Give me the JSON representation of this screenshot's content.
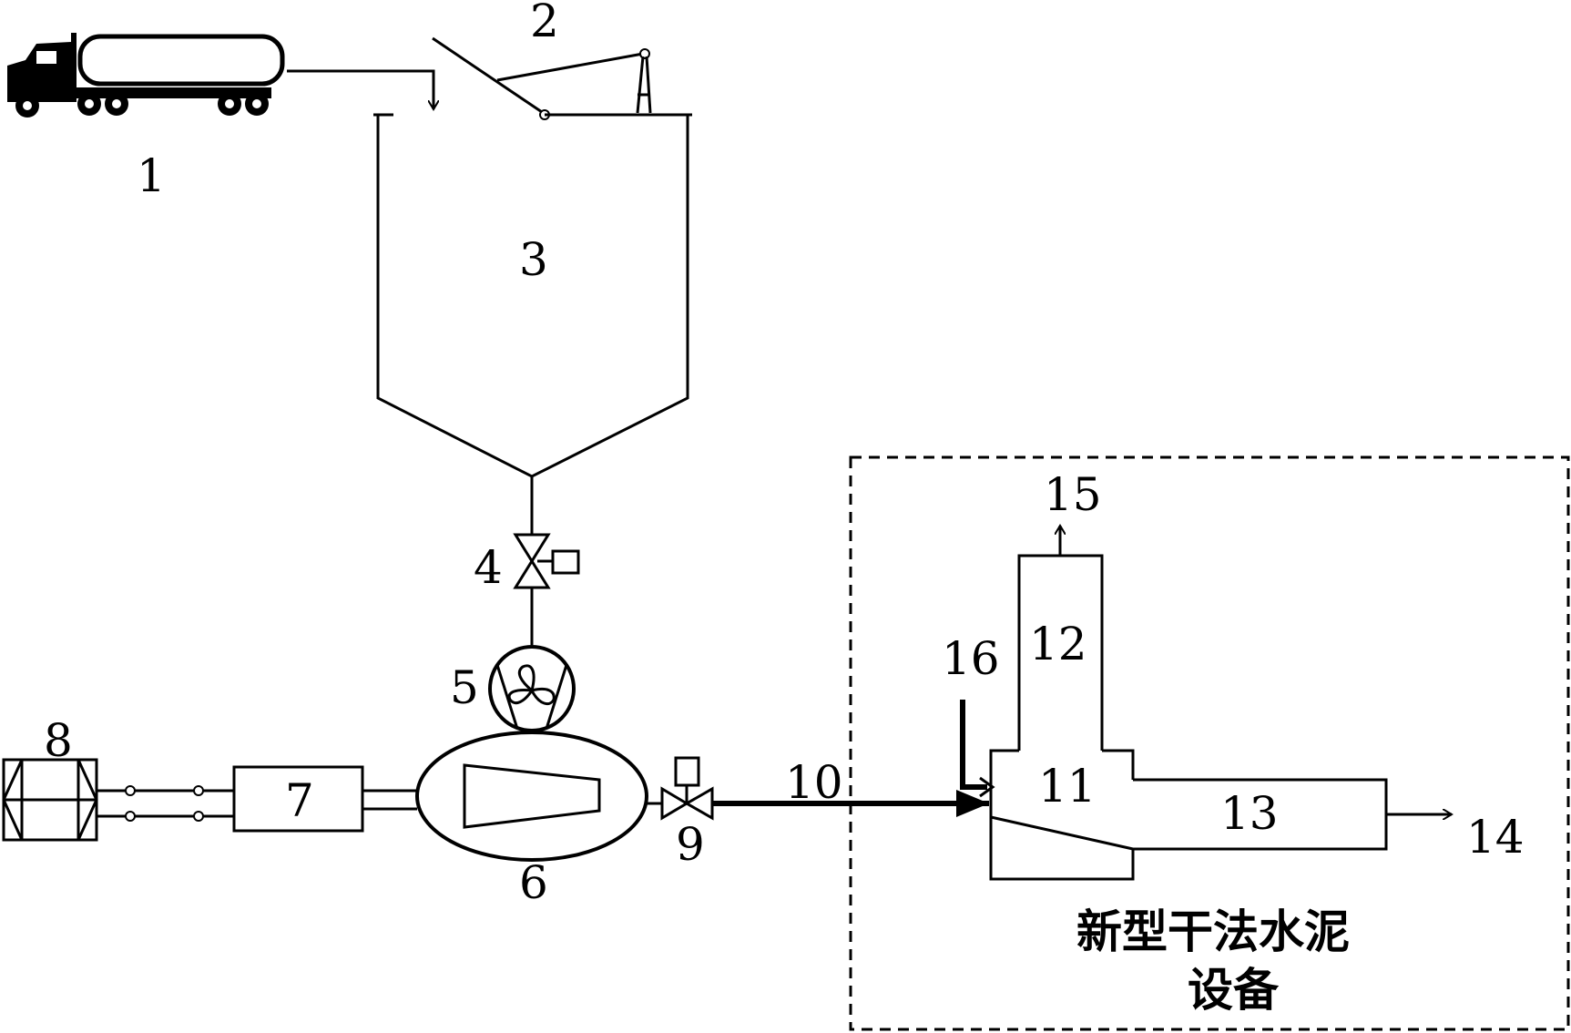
{
  "labels": {
    "n1": "1",
    "n2": "2",
    "n3": "3",
    "n4": "4",
    "n5": "5",
    "n6": "6",
    "n7": "7",
    "n8": "8",
    "n9": "9",
    "n10": "10",
    "n11": "11",
    "n12": "12",
    "n13": "13",
    "n14": "14",
    "n15": "15",
    "n16": "16"
  },
  "caption": {
    "line1": "新型干法水泥",
    "line2": "设备"
  },
  "icons": {
    "truck": "tanker-truck-icon",
    "gate": "flap-gate-icon",
    "valve4": "motor-valve-icon",
    "fan": "fan-icon",
    "valve9": "motor-valve-icon",
    "transformer": "transformer-icon"
  }
}
